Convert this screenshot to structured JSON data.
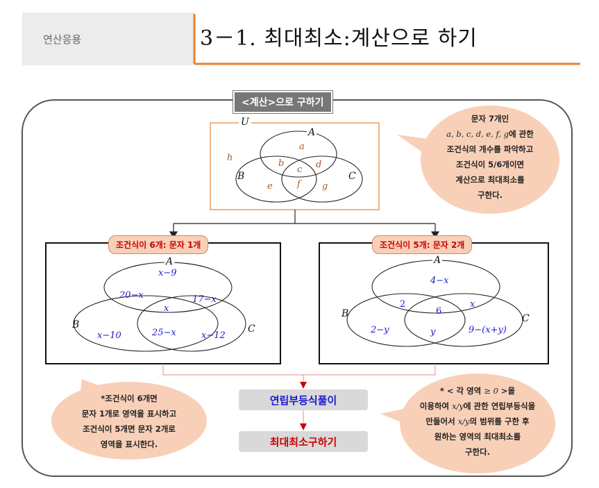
{
  "header": {
    "section": "연산응용",
    "title": "3－1. 최대최소:계산으로 하기"
  },
  "panel_title": "<계산>으로 구하기",
  "top_venn": {
    "labels": {
      "U": "U",
      "A": "A",
      "B": "B",
      "C": "C",
      "h": "h",
      "a": "a",
      "b": "b",
      "c": "c",
      "d": "d",
      "e": "e",
      "f": "f",
      "g": "g"
    }
  },
  "bubble_right": {
    "line1": "문자 7개인",
    "line2_math": "a, b, c, d, e, f, g",
    "line2_tail": "에 관한",
    "line3": "조건식의 개수를 파악하고",
    "line4": "조건식이 5/6개이면",
    "line5": "계산으로 최대최소를",
    "line6": "구한다."
  },
  "left_case": {
    "caption": "조건식이 6개: 문자 1개",
    "labels": {
      "A": "A",
      "B": "B",
      "C": "C"
    },
    "regions": {
      "a": "x−9",
      "ab": "20−x",
      "abc": "x",
      "ac": "17−x",
      "b": "x−10",
      "bc": "25−x",
      "c": "x−12"
    }
  },
  "right_case": {
    "caption": "조건식이 5개: 문자 2개",
    "labels": {
      "A": "A",
      "B": "B",
      "C": "C"
    },
    "regions": {
      "a": "4−x",
      "ab": "2",
      "abc": "6",
      "ac": "x",
      "b": "2−y",
      "bc": "y",
      "c": "9−(x+y)"
    }
  },
  "buttons": {
    "solve": "연립부등식풀이",
    "minmax": "최대최소구하기"
  },
  "bubble_left": {
    "line1": "*조건식이 6개면",
    "line2": "문자 1개로 영역을 표시하고",
    "line3": "조건식이 5개면 문자 2개로",
    "line4": "영역을 표시한다."
  },
  "bubble_right_bottom": {
    "line1_pre": "* < 각 영역",
    "line1_math": "≥ 0",
    "line1_post": " >을",
    "line2_pre": "이용하여 ",
    "line2_math": "x/y",
    "line2_post": "에 관한 연립부등식을",
    "line3_pre": "만들어서 ",
    "line3_math": "x/y",
    "line3_post": "의 범위를 구한 후",
    "line4": "원하는 영역의 최대최소를",
    "line5": "구한다."
  },
  "colors": {
    "accent": "#e8822f",
    "bubble": "#f8d0b8",
    "caption_bg": "#f8d0b8",
    "caption_text": "#cc0000",
    "blue": "#1a1acc",
    "btn_bg": "#d9d9d9"
  }
}
